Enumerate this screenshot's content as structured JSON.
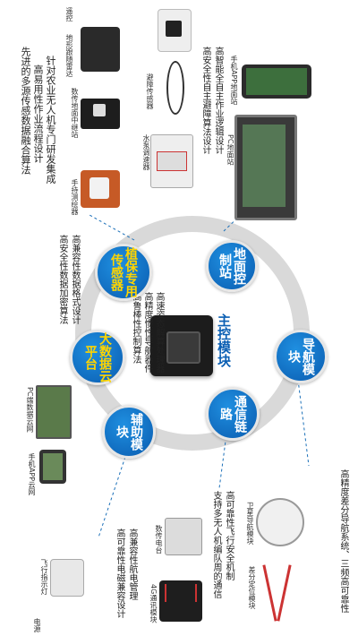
{
  "center": {
    "title": "主控模块",
    "lines": [
      "高速姿态解算处理器",
      "高精度惯性导航器件",
      "高鲁棒性控制算法"
    ]
  },
  "nodes": {
    "ground": "地面控制站",
    "nav": "导航模块",
    "comm": "通信链路",
    "aux": "辅助模块",
    "cloud": "大数据云平台",
    "plant": "植保专用传感器"
  },
  "top_right": {
    "app_caption": "手机APP地面站",
    "pc_caption": "PC地面站",
    "lines": [
      "高智能全自主作业逻辑设计",
      "高安全性自主避障算法设计"
    ]
  },
  "top_left": {
    "lines": [
      "针对农业无人机专门研发集成",
      "高易用性作业流程设计",
      "先进的多源传感数据融合算法"
    ],
    "captions": [
      "遥控",
      "地形跟随雷达",
      "避障传感器",
      "数传地面中继站",
      "手持测绘器",
      "水泵调速器"
    ]
  },
  "mid_left": {
    "lines": [
      "高兼容性数据格式设计",
      "高安全性数据加密算法"
    ]
  },
  "cloud_items": {
    "pc": "PC端数据云网",
    "app": "手机APP云网"
  },
  "nav_side": {
    "line": "高精度差分导航系统、三频高可靠性",
    "captions": [
      "卫星导航模块",
      "差分定位模块"
    ]
  },
  "comm_side": {
    "lines": [
      "高可靠性飞行安全机制",
      "支持多无人机编队周的通信"
    ],
    "captions": [
      "数传电台",
      "4G通讯模块"
    ]
  },
  "aux_side": {
    "lines": [
      "高兼容性航电管理",
      "高可靠性电磁兼容设计"
    ],
    "captions": [
      "飞行指示灯",
      "电源"
    ]
  },
  "colors": {
    "node_blue": "#0f6fc6",
    "yellow_text": "#ffd400",
    "ring": "#d8d8d8",
    "dash": "#1a6fb8"
  }
}
